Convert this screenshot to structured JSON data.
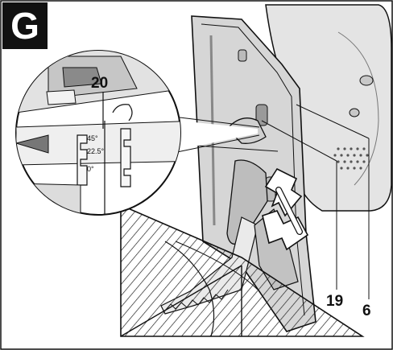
{
  "figure": {
    "letter": "G"
  },
  "callouts": {
    "ref_20": "20",
    "ref_19": "19",
    "ref_6": "6"
  },
  "bevel_scale": {
    "mark_45": "45°",
    "mark_22_5": "22.5°",
    "mark_0": "0°"
  },
  "colors": {
    "line": "#111111",
    "shade_light": "#ececec",
    "shade_mid": "#d4d4d4",
    "shade_dark": "#a8a8a8",
    "background": "#ffffff"
  }
}
